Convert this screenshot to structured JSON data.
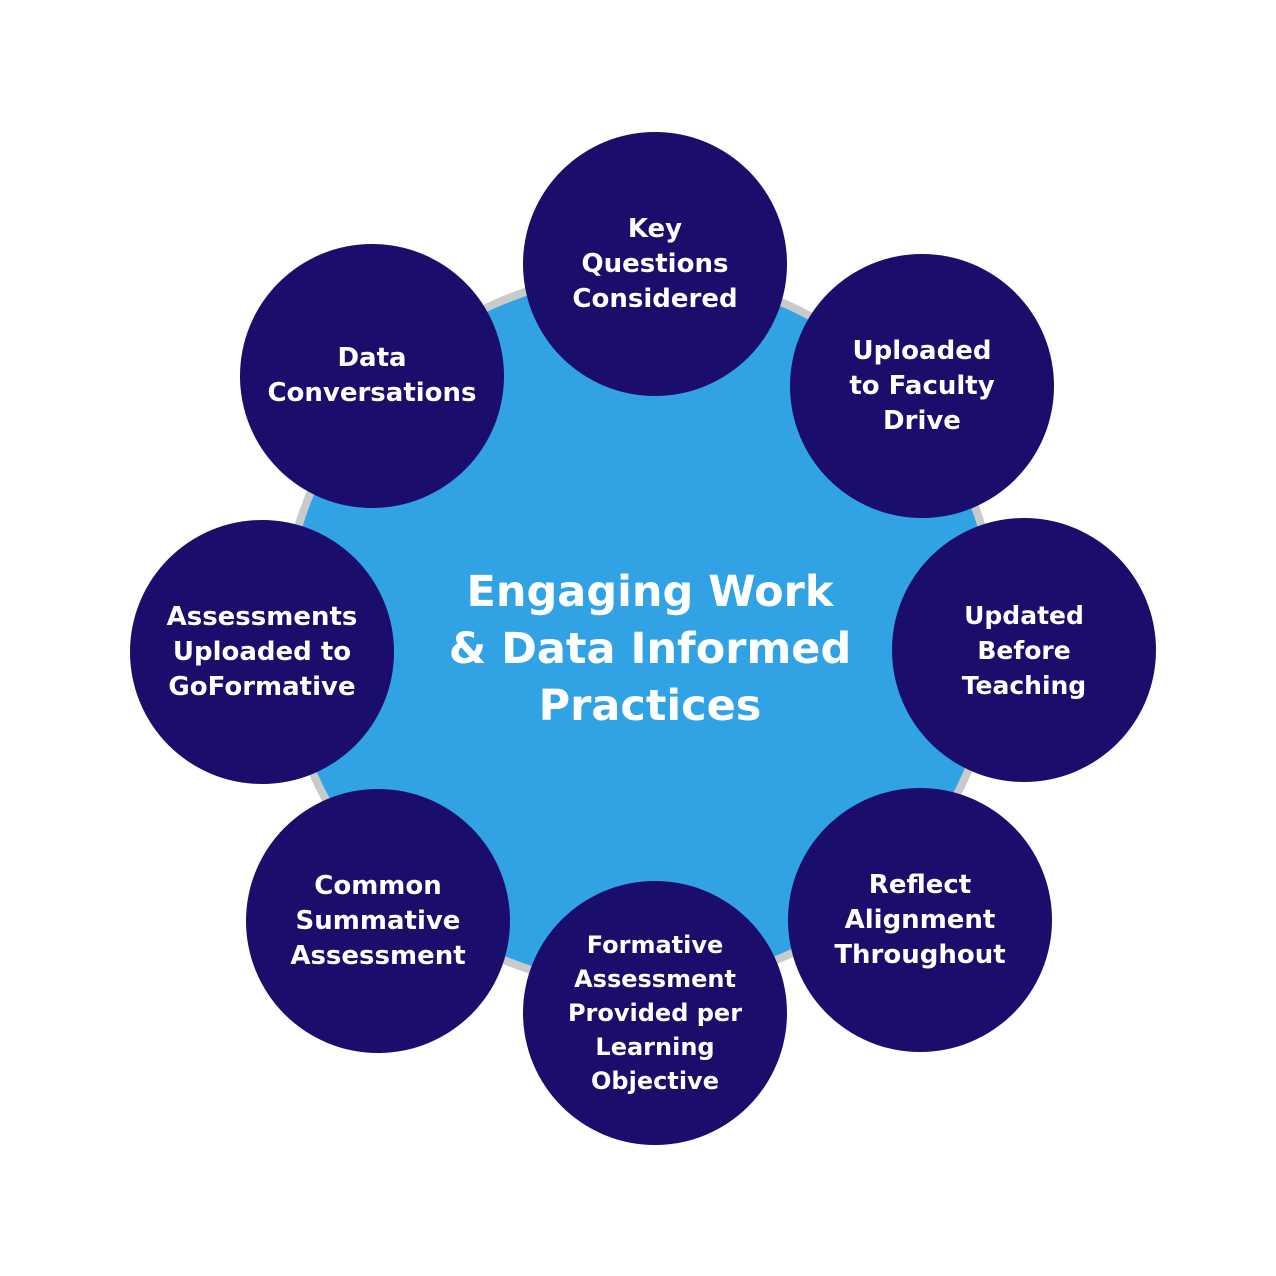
{
  "center": {
    "title_lines": [
      "Engaging Work",
      "& Data Informed",
      "Practices"
    ]
  },
  "nodes": [
    {
      "lines": [
        "Key",
        "Questions",
        "Considered"
      ]
    },
    {
      "lines": [
        "Uploaded",
        "to Faculty",
        "Drive"
      ]
    },
    {
      "lines": [
        "Updated",
        "Before",
        "Teaching"
      ]
    },
    {
      "lines": [
        "Reflect",
        "Alignment",
        "Throughout"
      ]
    },
    {
      "lines": [
        "Formative",
        "Assessment",
        "Provided per",
        "Learning",
        "Objective"
      ]
    },
    {
      "lines": [
        "Common",
        "Summative",
        "Assessment"
      ]
    },
    {
      "lines": [
        "Assessments",
        "Uploaded to",
        "GoFormative"
      ]
    },
    {
      "lines": [
        "Data",
        "Conversations"
      ]
    }
  ],
  "colors": {
    "node_fill": "#1a0d6c",
    "center_fill": "#31a3e4",
    "ring": "#c9cacc",
    "text": "#ffffff"
  }
}
